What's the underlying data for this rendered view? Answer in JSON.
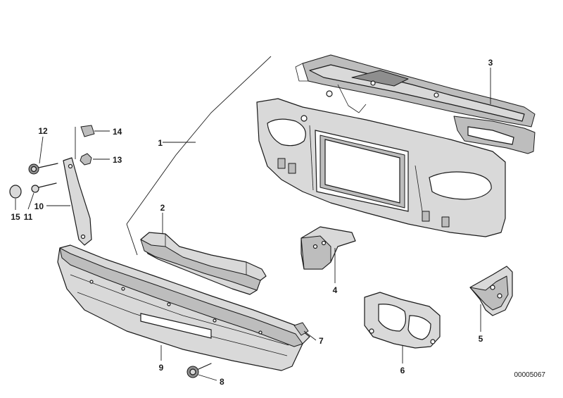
{
  "diagram": {
    "document_number": "00005067",
    "callouts": [
      {
        "id": "c1",
        "label": "1"
      },
      {
        "id": "c2",
        "label": "2"
      },
      {
        "id": "c3",
        "label": "3"
      },
      {
        "id": "c4",
        "label": "4"
      },
      {
        "id": "c5",
        "label": "5"
      },
      {
        "id": "c6",
        "label": "6"
      },
      {
        "id": "c7",
        "label": "7"
      },
      {
        "id": "c8",
        "label": "8"
      },
      {
        "id": "c9",
        "label": "9"
      },
      {
        "id": "c10",
        "label": "10"
      },
      {
        "id": "c11",
        "label": "11"
      },
      {
        "id": "c12",
        "label": "12"
      },
      {
        "id": "c13",
        "label": "13"
      },
      {
        "id": "c14",
        "label": "14"
      },
      {
        "id": "c15",
        "label": "15"
      }
    ]
  }
}
